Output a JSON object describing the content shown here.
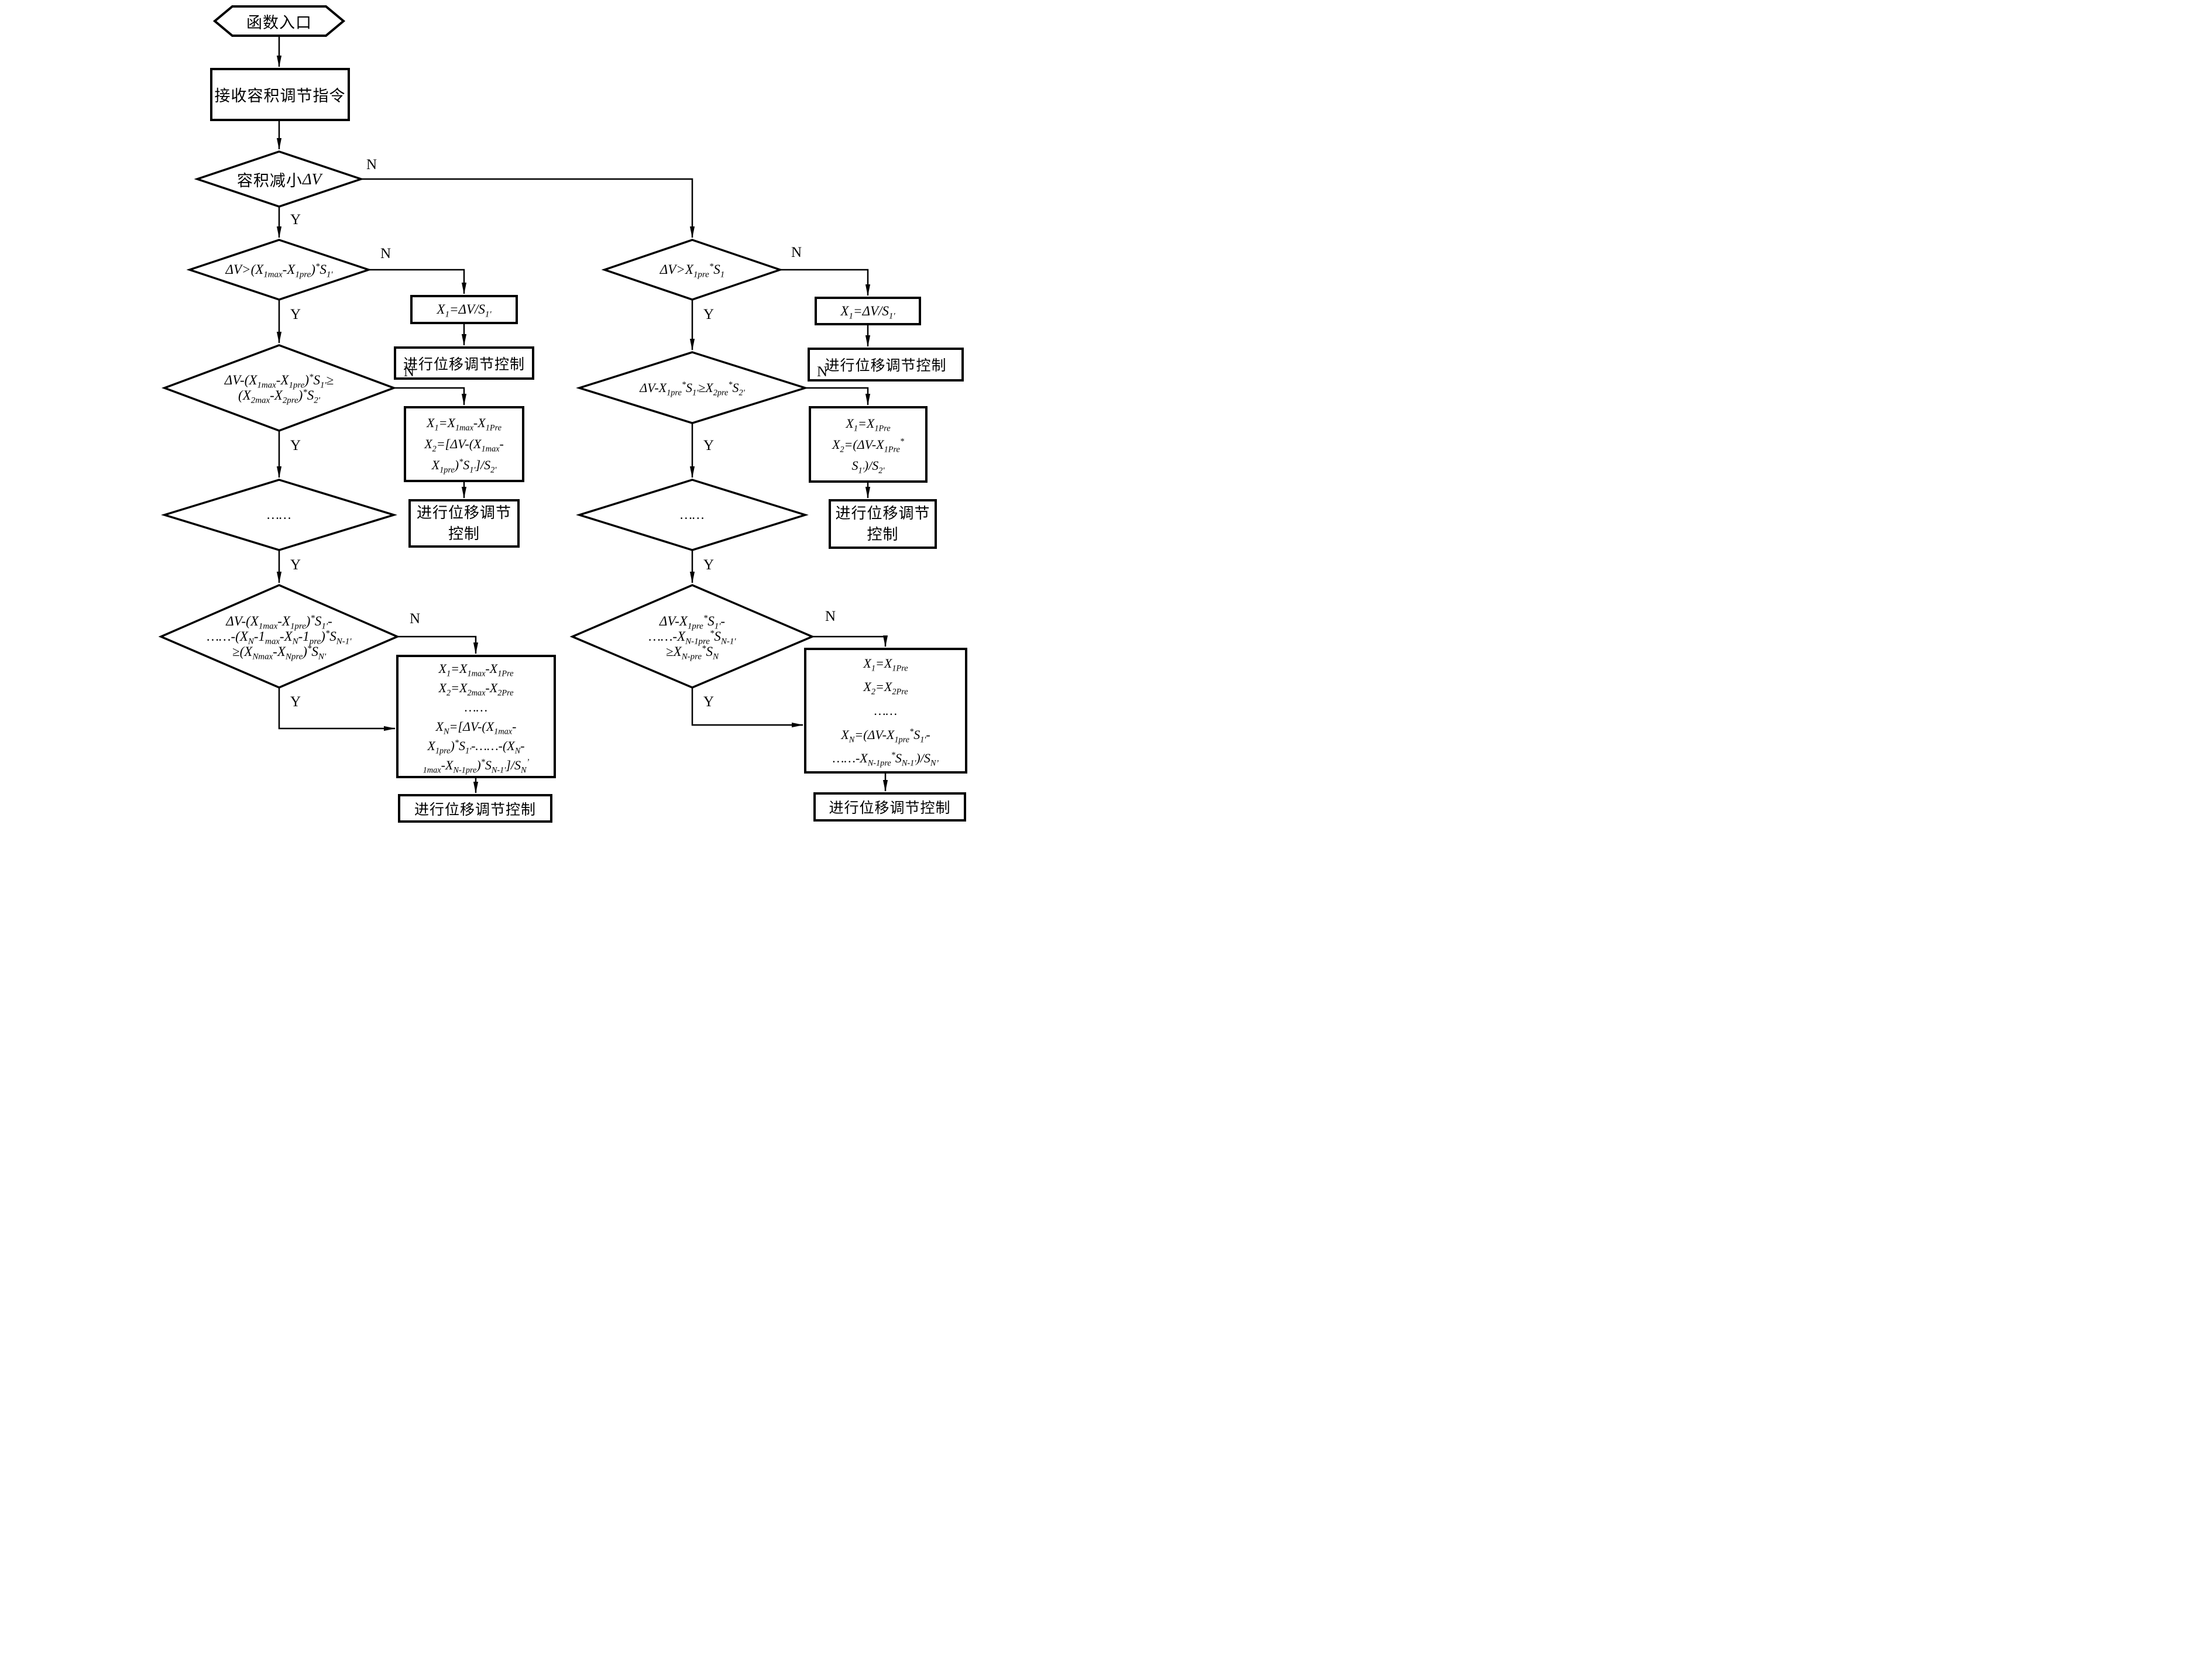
{
  "figure": {
    "background": "#ffffff",
    "line_color": "#000000",
    "type": "flowchart"
  },
  "labels": {
    "yes": "Y",
    "no": "N",
    "dots": "……"
  },
  "nodes": {
    "entry": "函数入口",
    "receive": "接收容积调节指令",
    "d1_prefix": "容积减小",
    "d1_math": "ΔV",
    "d2": "ΔV>(X_{1max}-X_{1pre})^{*}S_{1'}",
    "d3_l1": "ΔV-(X_{1max}-X_{1pre})^{*}S_{1'}≥",
    "d3_l2": "(X_{2max}-X_{2pre})^{*}S_{2'}",
    "d5_l1": "ΔV-(X_{1max}-X_{1pre})^{*}S_{1'}-",
    "d5_l2": "……-(X_{N}-1_{max}-X_{N}-1_{pre})^{*}S_{N-1'}",
    "d5_l3": "≥(X_{Nmax}-X_{Npre})^{*}S_{N'}",
    "box_x1_dv": "X_{1}=ΔV/S_{1'}",
    "ctrl": "进行位移调节控制",
    "ctrl2_l1": "进行位移调节",
    "ctrl2_l2": "控制",
    "boxB_l1": "X_{1}=X_{1max}-X_{1Pre}",
    "boxB_l2": "X_{2}=[ΔV-(X_{1max}-",
    "boxB_l3": "X_{1pre})^{*}S_{1'}]/S_{2'}",
    "bigL_l1": "X_{1}=X_{1max}-X_{1Pre}",
    "bigL_l2": "X_{2}=X_{2max}-X_{2Pre}",
    "bigL_l3": "……",
    "bigL_l4": "X_{N}=[ΔV-(X_{1max}-",
    "bigL_l5": "X_{1pre})^{*}S_{1'}-……-(X_{N}-",
    "bigL_l6": "_{1max}-X_{N-1pre})^{*}S_{N-1'}]/S_{N}^{’}",
    "r1": "ΔV>X_{1pre}^{*}S_{1}",
    "r2": "ΔV-X_{1pre}^{*}S_{1'}≥X_{2pre}^{*}S_{2'}",
    "r4_l1": "ΔV-X_{1pre}^{*}S_{1'}-",
    "r4_l2": "……-X_{N-1pre}^{*}S_{N-1'}",
    "r4_l3": "≥X_{N-pre}^{*}S_{N}",
    "boxRB_l1": "X_{1}=X_{1Pre}",
    "boxRB_l2": "X_{2}=(ΔV-X_{1Pre}^{*}",
    "boxRB_l3": "S_{1'})/S_{2'}",
    "bigR_l1": "X_{1}=X_{1Pre}",
    "bigR_l2": "X_{2}=X_{2Pre}",
    "bigR_l3": "……",
    "bigR_l4": "X_{N}=(ΔV-X_{1pre}^{*}S_{1'}-",
    "bigR_l5": "……-X_{N-1pre}^{*}S_{N-1'})/S_{N’}"
  }
}
